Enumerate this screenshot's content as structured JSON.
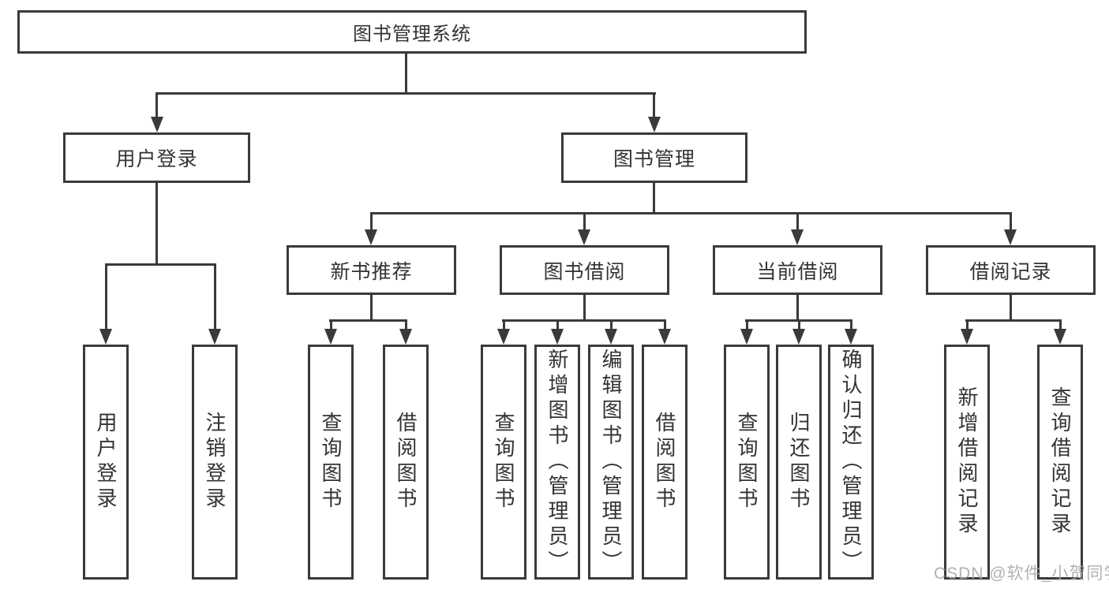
{
  "root": {
    "label": "图书管理系统"
  },
  "branches": [
    {
      "label": "用户登录",
      "children": [
        "用户登录",
        "注销登录"
      ]
    },
    {
      "label": "图书管理",
      "groups": [
        {
          "label": "新书推荐",
          "children": [
            "查询图书",
            "借阅图书"
          ]
        },
        {
          "label": "图书借阅",
          "children": [
            "查询图书",
            "新增图书（管理员）",
            "编辑图书（管理员）",
            "借阅图书"
          ]
        },
        {
          "label": "当前借阅",
          "children": [
            "查询图书",
            "归还图书",
            "确认归还（管理员）"
          ]
        },
        {
          "label": "借阅记录",
          "children": [
            "新增借阅记录",
            "查询借阅记录"
          ]
        }
      ]
    }
  ],
  "watermark": "CSDN @软件_小贺同学",
  "colors": {
    "line": "#3a3a3a",
    "text": "#333333",
    "watermark": "#a9a9a9"
  }
}
